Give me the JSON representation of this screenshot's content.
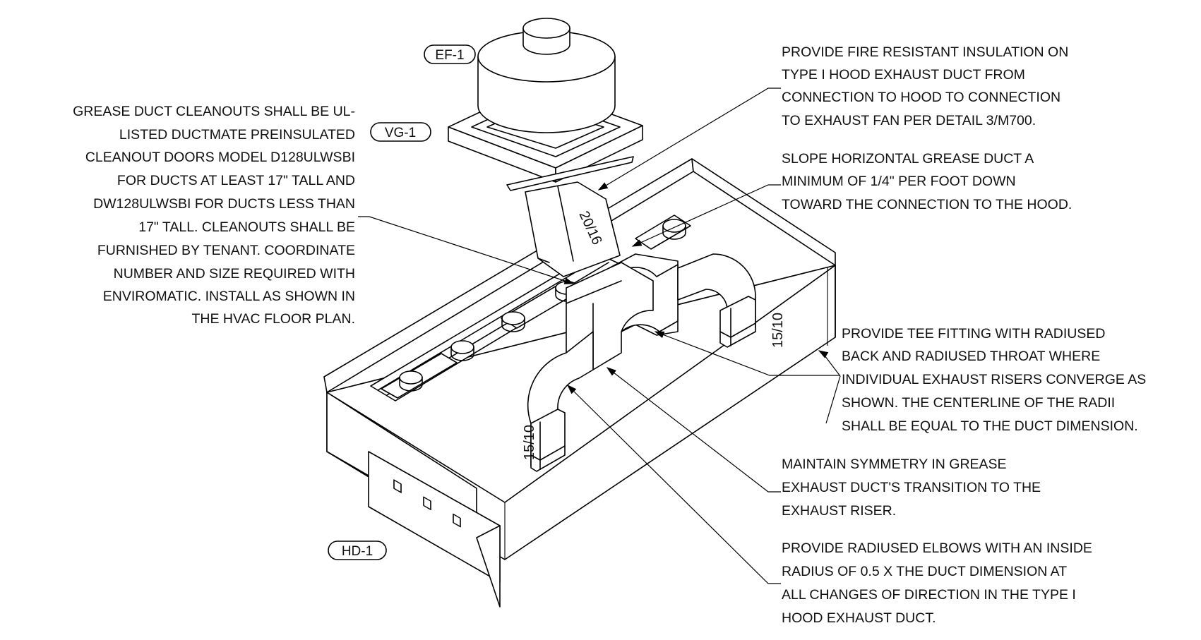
{
  "tags": {
    "ef1": "EF-1",
    "vg1": "VG-1",
    "hd1": "HD-1"
  },
  "dimensions": {
    "riser": "20/16",
    "right_drop": "15/10",
    "left_drop": "15/10"
  },
  "notes": {
    "cleanouts": [
      "GREASE DUCT CLEANOUTS SHALL BE UL-",
      "LISTED DUCTMATE PREINSULATED",
      "CLEANOUT DOORS MODEL D128ULWSBI",
      "FOR DUCTS AT LEAST 17\" TALL AND",
      "DW128ULWSBI FOR DUCTS LESS THAN",
      "17\" TALL.  CLEANOUTS SHALL BE",
      "FURNISHED BY TENANT.  COORDINATE",
      "NUMBER AND SIZE REQUIRED WITH",
      "ENVIROMATIC.  INSTALL AS SHOWN IN",
      "THE HVAC FLOOR PLAN."
    ],
    "insulation": [
      "PROVIDE FIRE RESISTANT INSULATION ON",
      "TYPE I HOOD EXHAUST DUCT FROM",
      "CONNECTION TO HOOD TO CONNECTION",
      "TO EXHAUST FAN PER DETAIL 3/M700."
    ],
    "slope": [
      "SLOPE HORIZONTAL GREASE DUCT A",
      "MINIMUM OF 1/4\" PER FOOT DOWN",
      "TOWARD THE CONNECTION TO THE HOOD."
    ],
    "tee": [
      "PROVIDE TEE FITTING WITH RADIUSED",
      "BACK AND RADIUSED THROAT WHERE",
      "INDIVIDUAL EXHAUST RISERS CONVERGE AS",
      "SHOWN. THE CENTERLINE OF THE RADII",
      "SHALL BE EQUAL TO THE DUCT DIMENSION."
    ],
    "symmetry": [
      "MAINTAIN SYMMETRY IN GREASE",
      "EXHAUST DUCT'S TRANSITION TO THE",
      "EXHAUST RISER."
    ],
    "elbows": [
      "PROVIDE RADIUSED ELBOWS WITH AN INSIDE",
      "RADIUS OF 0.5 X THE DUCT DIMENSION AT",
      "ALL CHANGES OF DIRECTION IN THE TYPE I",
      "HOOD EXHAUST DUCT."
    ]
  }
}
